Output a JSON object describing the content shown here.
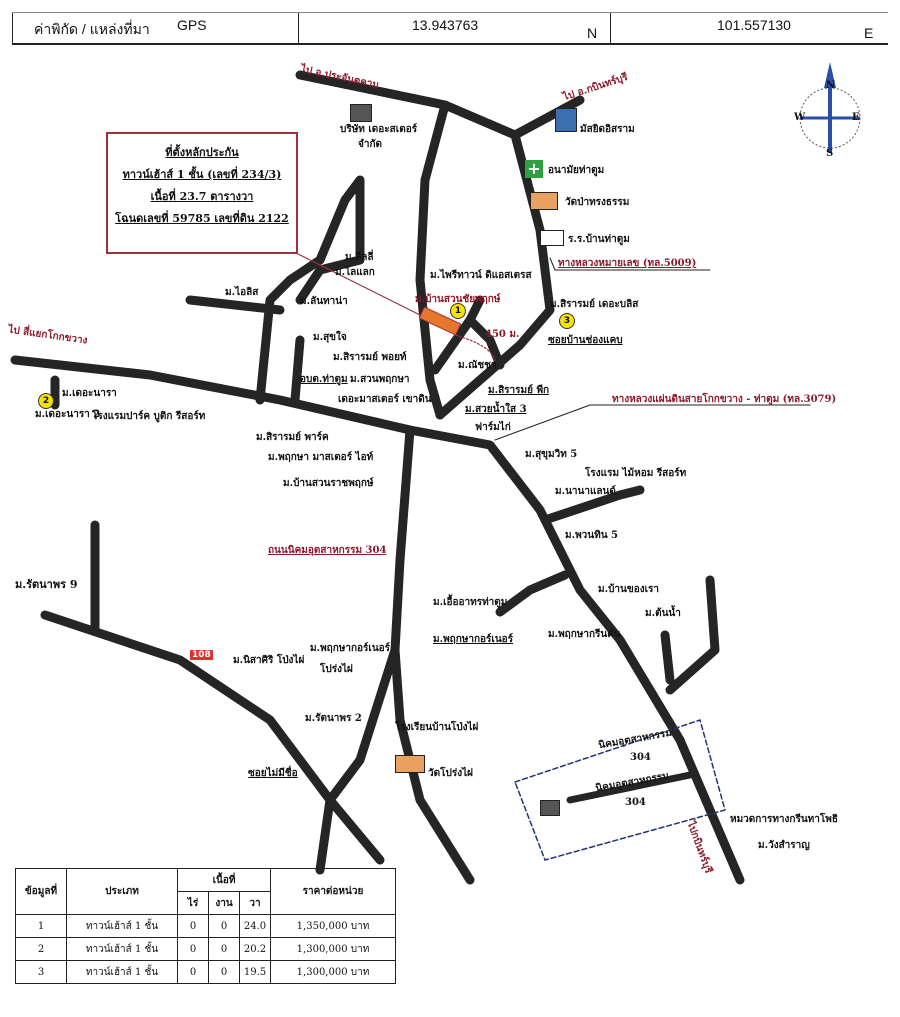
{
  "header": {
    "label": "ค่าพิกัด / แหล่งที่มา",
    "source": "GPS",
    "lat": "13.943763",
    "lat_suffix": "N",
    "lon": "101.557130",
    "lon_suffix": "E"
  },
  "collateral_box": {
    "line1": "ที่ตั้งหลักประกัน",
    "line2": "ทาวน์เฮ้าส์ 1 ชั้น (เลขที่ 234/3)",
    "line3": "เนื้อที่ 23.7 ตารางวา",
    "line4": "โฉนดเลขที่ 59785 เลขที่ดิน 2122"
  },
  "compass": {
    "n": "N",
    "s": "S",
    "e": "E",
    "w": "W"
  },
  "labels": {
    "to_prachantakham": "ไป อ.ประจันตคาม",
    "to_kabinburi": "ไป อ.กบินทร์บุรี",
    "company1": "บริษัท เดอะสเตอร์",
    "company2": "จำกัด",
    "mosque": "มัสยิดอิสราม",
    "health": "อนามัยท่าตูม",
    "temple1": "วัดป่าทรงธรรม",
    "school1": "ร.ร.บ้านท่าตูม",
    "hwy5009": "ทางหลวงหมายเลข (ทล.5009)",
    "lilly": "ม.ลิลลี่",
    "lilac": "ม.ไลแลก",
    "iris": "ม.ไอลิส",
    "lantana": "ม.ลันทาน่า",
    "privy": "ม.ไพรีทาวน์ ดิแอสเตรส",
    "subject": "ม.บ้านสวนชัยพฤกษ์",
    "sirarom_bliss": "ม.สิรารมย์ เดอะบลิส",
    "soi_chongkhaep": "ซอยบ้านช่องแคบ",
    "dist": "450 ม.",
    "to_kokkhwang": "ไป สี่แยกโกกขวาง",
    "sukjai": "ม.สุขใจ",
    "sirarom_point": "ม.สิรารมย์ พอยท์",
    "natcha": "ม.ณัชชา",
    "sirarom_peak": "ม.สิรารมย์ พีก",
    "suaynamsai": "ม.สวยน้ำใส 3",
    "farm": "ฟาร์มไก่",
    "obt": "อบต.ท่าตูม",
    "suanpruksa": "ม.สวนพฤกษา",
    "master_khaodin": "เดอะมาสเตอร์ เขาดิน",
    "thenara": "ม.เดอะนารา",
    "thenara2": "ม.เดอะนารา 2",
    "park_hotel": "โรงแรมปาร์ค บูติก รีสอร์ท",
    "hwy3079": "ทางหลวงแผ่นดินสายโกกขวาง - ท่าตูม (ทล.3079)",
    "sirarom_park": "ม.สิรารมย์ พาร์ค",
    "pruksa_master": "ม.พฤกษา มาสเตอร์ ไอท์",
    "suanratcha": "ม.บ้านสวนราชพฤกษ์",
    "sukhumvit5": "ม.สุขุมวิท 5",
    "maihom": "โรงแรม ไม้หอม รีสอร์ท",
    "nanaland": "ม.นานาแลนด์",
    "phuanthin": "ม.พวนทิน 5",
    "industrial_road": "ถนนนิคมอุตสาหกรรม 304",
    "rattanaporn9": "ม.รัตนาพร 9",
    "bankhongrao": "ม.บ้านของเรา",
    "ueaarthon": "ม.เอื้ออาทรท่าตูม",
    "pruksa_corner": "ม.พฤกษากอร์เนอร์",
    "pruksa_green": "ม.พฤกษากรีนตัน",
    "tonnam": "ม.ต้นน้ำ",
    "pruksa_corner_pp1": "ม.พฤกษากอร์เนอร์",
    "pruksa_corner_pp2": "โปร่งไผ่",
    "nisasiri": "ม.นิสาศิริ โป่งไผ่",
    "rattanaporn2": "ม.รัตนาพร 2",
    "school2": "โรงเรียนบ้านโป่งไผ่",
    "temple2": "วัดโปร่งไผ่",
    "soi_noname": "ซอยไม่มีชื่อ",
    "industrial1": "นิคมอุตสาหกรรม",
    "industrial1_no": "304",
    "industrial2": "นิคมอุตสาหกรรม",
    "industrial2_no": "304",
    "highway_dept": "หมวดการทางกรีนทาโพธิ",
    "wangsamran": "ม.วังสำราญ",
    "to_south": "ไปกบินทร์บุรี",
    "sign108": "108"
  },
  "pins": [
    "1",
    "2",
    "3"
  ],
  "table": {
    "headers": {
      "no": "ข้อมูลที่",
      "type": "ประเภท",
      "area": "เนื้อที่",
      "rai": "ไร่",
      "ngan": "งาน",
      "wa": "วา",
      "price": "ราคาต่อหน่วย"
    },
    "rows": [
      {
        "no": "1",
        "type": "ทาวน์เฮ้าส์ 1 ชั้น",
        "rai": "0",
        "ngan": "0",
        "wa": "24.0",
        "price": "1,350,000 บาท"
      },
      {
        "no": "2",
        "type": "ทาวน์เฮ้าส์ 1 ชั้น",
        "rai": "0",
        "ngan": "0",
        "wa": "20.2",
        "price": "1,300,000 บาท"
      },
      {
        "no": "3",
        "type": "ทาวน์เฮ้าส์ 1 ชั้น",
        "rai": "0",
        "ngan": "0",
        "wa": "19.5",
        "price": "1,300,000 บาท"
      }
    ]
  }
}
